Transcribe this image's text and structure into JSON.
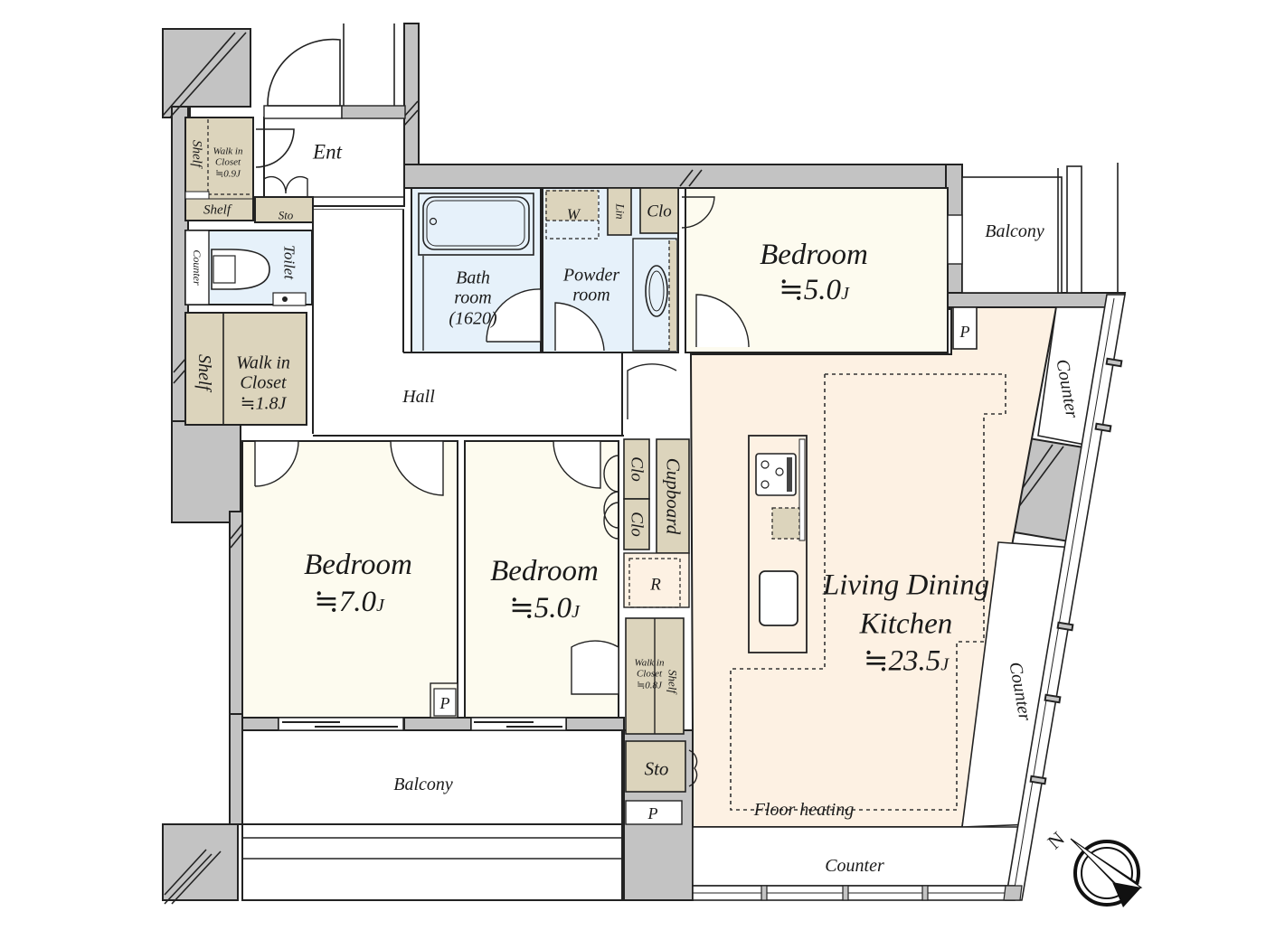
{
  "colors": {
    "wall": "#c3c3c3",
    "bedroom_floor": "#fdfbef",
    "ldk_floor": "#fdf1e3",
    "wet_area": "#e6f1fa",
    "storage": "#dcd4bc",
    "line": "#222222",
    "white": "#ffffff"
  },
  "rooms": {
    "entrance": {
      "label": "Ent"
    },
    "walk_in_closet_small": {
      "label": "Walk in\nCloset\n≒0.9J"
    },
    "shelf_top_vertical": {
      "label": "Shelf"
    },
    "shelf_top_horizontal": {
      "label": "Shelf"
    },
    "storage_entrance": {
      "label": "Sto"
    },
    "toilet": {
      "label": "Toilet"
    },
    "toilet_counter": {
      "label": "Counter"
    },
    "walk_in_closet_hall": {
      "label": "Walk in\nCloset\n≒1.8J"
    },
    "shelf_hall": {
      "label": "Shelf"
    },
    "bathroom": {
      "label": "Bath\nroom\n(1620)"
    },
    "washer": {
      "label": "W"
    },
    "linen": {
      "label": "Lin"
    },
    "closet_top": {
      "label": "Clo"
    },
    "powder_room": {
      "label": "Powder\nroom"
    },
    "bedroom_ne": {
      "name": "Bedroom",
      "area": "≒5.0",
      "unit": "J"
    },
    "balcony_ne": {
      "label": "Balcony"
    },
    "pipe_ne": {
      "label": "P"
    },
    "hall": {
      "label": "Hall"
    },
    "bedroom_w": {
      "name": "Bedroom",
      "area": "≒7.0",
      "unit": "J"
    },
    "pipe_w": {
      "label": "P"
    },
    "bedroom_c": {
      "name": "Bedroom",
      "area": "≒5.0",
      "unit": "J"
    },
    "closet_c1": {
      "label": "Clo"
    },
    "closet_c2": {
      "label": "Clo"
    },
    "cupboard": {
      "label": "Cupboard"
    },
    "refrigerator": {
      "label": "R"
    },
    "walk_in_closet_c": {
      "label": "Walk in\nCloset\n≒0.8J"
    },
    "shelf_c": {
      "label": "Shelf"
    },
    "storage_c": {
      "label": "Sto"
    },
    "pipe_c": {
      "label": "P"
    },
    "balcony_s": {
      "label": "Balcony"
    },
    "ldk": {
      "name_line1": "Living Dining",
      "name_line2": "Kitchen",
      "area": "≒23.5",
      "unit": "J"
    },
    "floor_heating": {
      "label": "Floor heating"
    },
    "counter_e_upper": {
      "label": "Counter"
    },
    "counter_e_lower": {
      "label": "Counter"
    },
    "counter_s": {
      "label": "Counter"
    }
  },
  "compass": {
    "north_label": "N"
  }
}
